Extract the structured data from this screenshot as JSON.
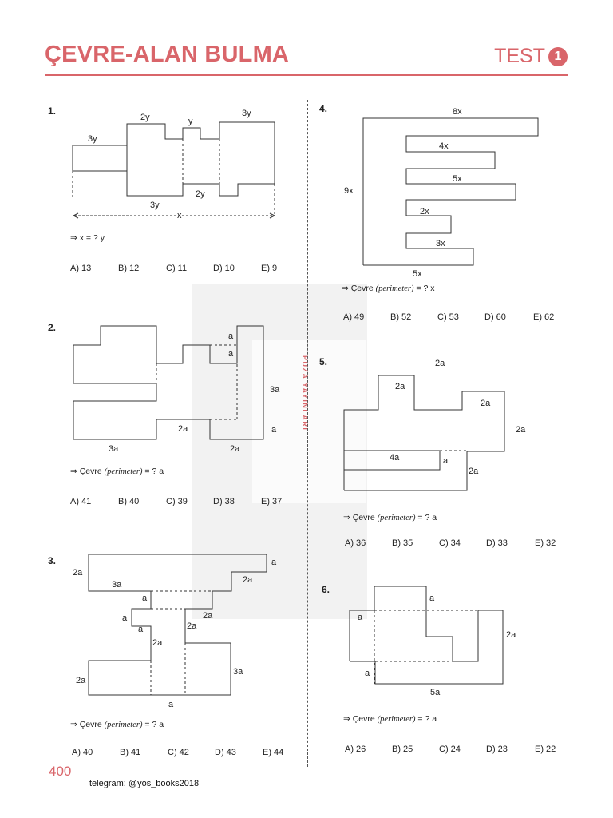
{
  "header": {
    "title": "ÇEVRE-ALAN BULMA",
    "test_label": "TEST",
    "test_number": "1"
  },
  "watermark": {
    "publisher": "PUZA YAYINLARI"
  },
  "questions": [
    {
      "number": "1.",
      "labels": [
        "2y",
        "y",
        "3y",
        "3y",
        "2y",
        "3y",
        "x"
      ],
      "prompt": "⇒ x = ? y",
      "choices": [
        "A) 13",
        "B) 12",
        "C) 11",
        "D) 10",
        "E) 9"
      ]
    },
    {
      "number": "2.",
      "labels": [
        "a",
        "a",
        "3a",
        "a",
        "2a",
        "3a",
        "2a"
      ],
      "prompt_prefix": "⇒ Çevre",
      "prompt_italic": "(perimeter)",
      "prompt_suffix": "= ? a",
      "choices": [
        "A) 41",
        "B) 40",
        "C) 39",
        "D) 38",
        "E) 37"
      ]
    },
    {
      "number": "3.",
      "labels": [
        "a",
        "2a",
        "3a",
        "2a",
        "a",
        "a",
        "2a",
        "a",
        "2a",
        "2a",
        "3a",
        "2a",
        "a"
      ],
      "prompt_prefix": "⇒ Çevre",
      "prompt_italic": "(perimeter)",
      "prompt_suffix": "= ? a",
      "choices": [
        "A) 40",
        "B) 41",
        "C) 42",
        "D) 43",
        "E) 44"
      ]
    },
    {
      "number": "4.",
      "labels": [
        "8x",
        "4x",
        "5x",
        "9x",
        "2x",
        "3x",
        "5x"
      ],
      "prompt_prefix": "⇒ Çevre",
      "prompt_italic": "(perimeter)",
      "prompt_suffix": "= ? x",
      "choices": [
        "A) 49",
        "B) 52",
        "C) 53",
        "D) 60",
        "E) 62"
      ]
    },
    {
      "number": "5.",
      "labels": [
        "2a",
        "2a",
        "2a",
        "2a",
        "4a",
        "a",
        "2a"
      ],
      "prompt_prefix": "⇒ Çevre",
      "prompt_italic": "(perimeter)",
      "prompt_suffix": "= ? a",
      "choices": [
        "A) 36",
        "B) 35",
        "C) 34",
        "D) 33",
        "E) 32"
      ]
    },
    {
      "number": "6.",
      "labels": [
        "a",
        "a",
        "2a",
        "a",
        "5a"
      ],
      "prompt_prefix": "⇒ Çevre",
      "prompt_italic": "(perimeter)",
      "prompt_suffix": "= ? a",
      "choices": [
        "A) 26",
        "B) 25",
        "C) 24",
        "D) 23",
        "E) 22"
      ]
    }
  ],
  "footer": {
    "page_number": "400",
    "telegram": "telegram: @yos_books2018"
  }
}
